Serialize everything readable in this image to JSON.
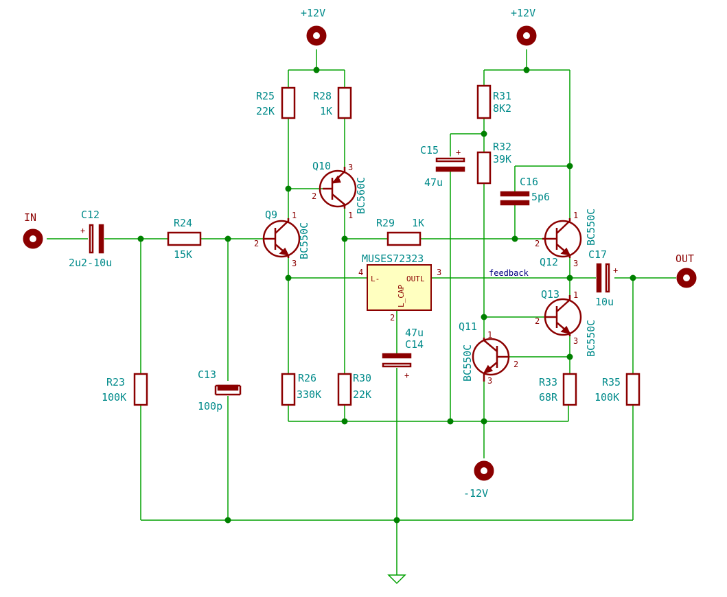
{
  "power": {
    "vplus_left": "+12V",
    "vplus_right": "+12V",
    "vminus": "-12V"
  },
  "ports": {
    "input": "IN",
    "output": "OUT"
  },
  "signal_label": "feedback",
  "ic": {
    "name": "MUSES72323",
    "pin_left": "L-",
    "pin_right": "OUTL",
    "pin_bottom": "L_CAP",
    "pin4": "4",
    "pin3": "3",
    "pin2": "2"
  },
  "resistors": {
    "r23": {
      "ref": "R23",
      "value": "100K"
    },
    "r24": {
      "ref": "R24",
      "value": "15K"
    },
    "r25": {
      "ref": "R25",
      "value": "22K"
    },
    "r26": {
      "ref": "R26",
      "value": "330K"
    },
    "r28": {
      "ref": "R28",
      "value": "1K"
    },
    "r29": {
      "ref": "R29",
      "value": "1K"
    },
    "r30": {
      "ref": "R30",
      "value": "22K"
    },
    "r31": {
      "ref": "R31",
      "value": "8K2"
    },
    "r32": {
      "ref": "R32",
      "value": "39K"
    },
    "r33": {
      "ref": "R33",
      "value": "68R"
    },
    "r35": {
      "ref": "R35",
      "value": "100K"
    }
  },
  "capacitors": {
    "c12": {
      "ref": "C12",
      "value": "2u2-10u",
      "plus": "+"
    },
    "c13": {
      "ref": "C13",
      "value": "100p"
    },
    "c14": {
      "ref": "C14",
      "value": "47u",
      "plus": "+"
    },
    "c15": {
      "ref": "C15",
      "value": "47u",
      "plus": "+"
    },
    "c16": {
      "ref": "C16",
      "value": "5p6"
    },
    "c17": {
      "ref": "C17",
      "value": "10u",
      "plus": "+"
    }
  },
  "transistors": {
    "q9": {
      "ref": "Q9",
      "part": "BC550C",
      "p1": "1",
      "p2": "2",
      "p3": "3"
    },
    "q10": {
      "ref": "Q10",
      "part": "BC560C",
      "p1": "1",
      "p2": "2",
      "p3": "3"
    },
    "q11": {
      "ref": "Q11",
      "part": "BC550C",
      "p1": "1",
      "p2": "2",
      "p3": "3"
    },
    "q12": {
      "ref": "Q12",
      "part": "BC550C",
      "p1": "1",
      "p2": "2",
      "p3": "3"
    },
    "q13": {
      "ref": "Q13",
      "part": "BC550C",
      "p1": "1",
      "p2": "2",
      "p3": "3"
    }
  },
  "colors": {
    "wire": "#00a000",
    "component": "#8b0000",
    "label": "#008a8a",
    "ic_fill": "#ffffc0",
    "signal_label": "#000080"
  }
}
